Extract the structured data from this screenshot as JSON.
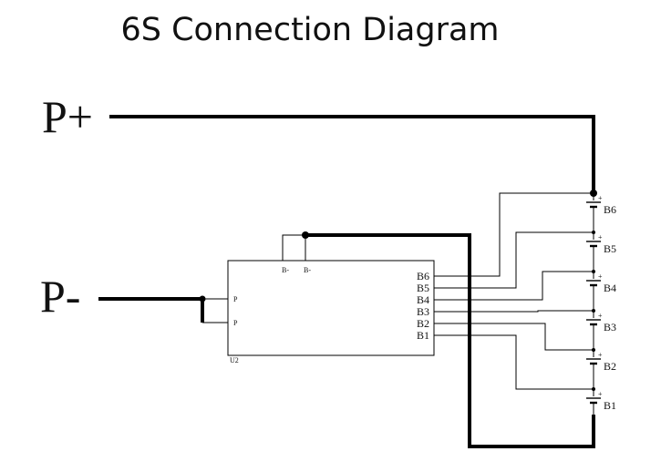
{
  "title": "6S Connection Diagram",
  "terminals": {
    "positive": "P+",
    "negative": "P-"
  },
  "board": {
    "left_pins": [
      "P",
      "P"
    ],
    "top_pins": [
      "B-",
      "B-"
    ],
    "right_pins": [
      "B6",
      "B5",
      "B4",
      "B3",
      "B2",
      "B1"
    ],
    "ref": "U2"
  },
  "cells": [
    "B6",
    "B5",
    "B4",
    "B3",
    "B2",
    "B1"
  ],
  "cell_polarity": "+"
}
